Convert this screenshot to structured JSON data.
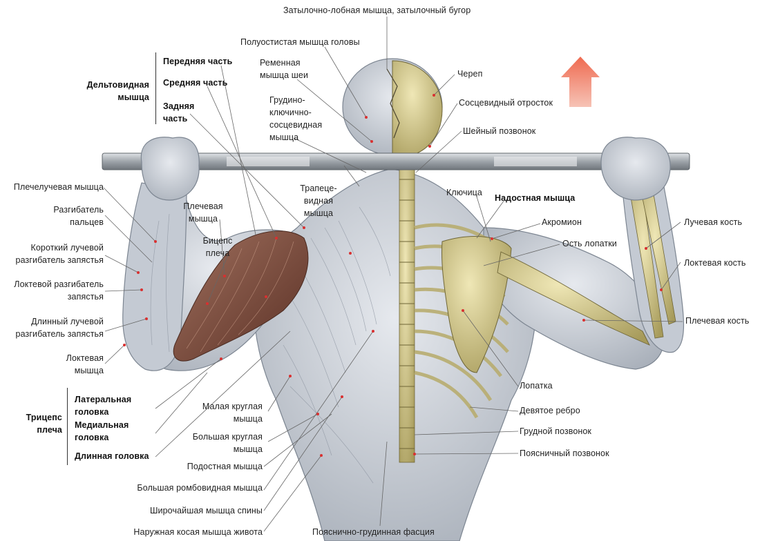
{
  "labels": {
    "t1": "Затылочно-лобная мышца, затылочный бугор",
    "t2": "Полуостистая мышца головы",
    "t3a": "Ременная",
    "t3b": "мышца шеи",
    "t4a": "Грудино-",
    "t4b": "ключично-",
    "t4c": "сосцевидная",
    "t4d": "мышца",
    "d_front": "Передняя часть",
    "d_mid": "Средняя часть",
    "d_back_a": "Задняя",
    "d_back_b": "часть",
    "delt_a": "Дельтовидная",
    "delt_b": "мышца",
    "l1": "Плечелучевая мышца",
    "l2a": "Разгибатель",
    "l2b": "пальцев",
    "l3a": "Короткий лучевой",
    "l3b": "разгибатель запястья",
    "l4a": "Локтевой разгибатель",
    "l4b": "запястья",
    "l5a": "Длинный лучевой",
    "l5b": "разгибатель запястья",
    "l6a": "Локтевая",
    "l6b": "мышца",
    "pl_a": "Плечевая",
    "pl_b": "мышца",
    "bic_a": "Бицепс",
    "bic_b": "плеча",
    "trap_a": "Трапеце-",
    "trap_b": "видная",
    "trap_c": "мышца",
    "tri_a": "Трицепс",
    "tri_b": "плеча",
    "tri_lat_a": "Латеральная",
    "tri_lat_b": "головка",
    "tri_med_a": "Медиальная",
    "tri_med_b": "головка",
    "tri_long": "Длинная головка",
    "b1a": "Малая круглая",
    "b1b": "мышца",
    "b2a": "Большая круглая",
    "b2b": "мышца",
    "b3": "Подостная мышца",
    "b4": "Большая ромбовидная мышца",
    "b5": "Широчайшая мышца спины",
    "b6": "Наружная косая мышца живота",
    "b7": "Пояснично-грудинная фасция",
    "r1": "Череп",
    "r2": "Сосцевидный отросток",
    "r3": "Шейный позвонок",
    "r4": "Ключица",
    "r5": "Надостная мышца",
    "r6": "Акромион",
    "r7": "Ость лопатки",
    "r8": "Лучевая кость",
    "r9": "Локтевая кость",
    "r10": "Плечевая кость",
    "r11": "Лопатка",
    "r12": "Девятое ребро",
    "r13": "Грудной позвонок",
    "r14": "Поясничный позвонок"
  },
  "colors": {
    "muscle": "#c9ced6",
    "muscle_dark": "#8f97a3",
    "muscle_red": "#7a4a3c",
    "bone": "#cfc48a",
    "bar": "#9aa0a6",
    "arrow": "#e8604c",
    "line": "#555555",
    "dot": "#d93030"
  }
}
